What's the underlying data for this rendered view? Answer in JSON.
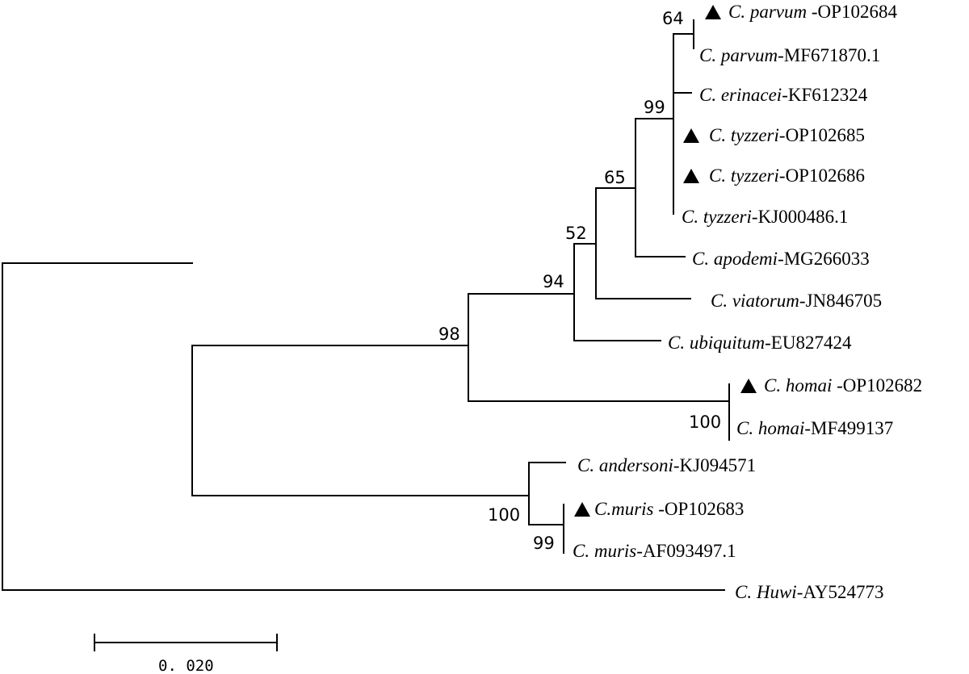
{
  "tree": {
    "bootstrap": [
      "64",
      "99",
      "65",
      "52",
      "94",
      "98",
      "100",
      "100",
      "99"
    ],
    "taxa": [
      {
        "species": "C. parvum",
        "sep": " -",
        "accession": "OP102684",
        "marked": true
      },
      {
        "species": "C. parvum",
        "sep": "-",
        "accession": "MF671870.1",
        "marked": false
      },
      {
        "species": "C. erinacei",
        "sep": "-",
        "accession": "KF612324",
        "marked": false
      },
      {
        "species": "C. tyzzeri",
        "sep": "-",
        "accession": "OP102685",
        "marked": true
      },
      {
        "species": "C. tyzzeri",
        "sep": "-",
        "accession": "OP102686",
        "marked": true
      },
      {
        "species": "C. tyzzeri",
        "sep": "-",
        "accession": "KJ000486.1",
        "marked": false
      },
      {
        "species": "C. apodemi",
        "sep": "-",
        "accession": "MG266033",
        "marked": false
      },
      {
        "species": "C. viatorum",
        "sep": "-",
        "accession": "JN846705",
        "marked": false
      },
      {
        "species": "C. ubiquitum",
        "sep": "-",
        "accession": "EU827424",
        "marked": false
      },
      {
        "species": "C. homai",
        "sep": " -",
        "accession": "OP102682",
        "marked": true
      },
      {
        "species": "C. homai",
        "sep": "-",
        "accession": "MF499137",
        "marked": false
      },
      {
        "species": "C. andersoni",
        "sep": "-",
        "accession": "KJ094571",
        "marked": false
      },
      {
        "species": "C.muris",
        "sep": " -",
        "accession": "OP102683",
        "marked": true
      },
      {
        "species": "C. muris",
        "sep": "-",
        "accession": "AF093497.1",
        "marked": false
      },
      {
        "species": "C. Huwi",
        "sep": "-",
        "accession": "AY524773",
        "marked": false
      }
    ]
  },
  "scale_bar": {
    "label": "0. 020",
    "value": 0.02
  }
}
